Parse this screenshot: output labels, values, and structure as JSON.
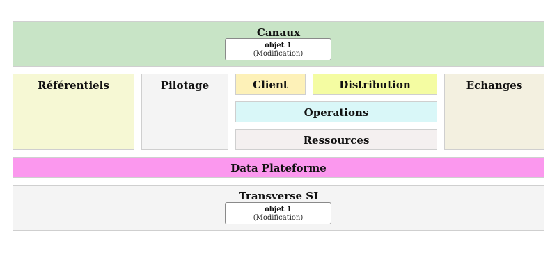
{
  "blocks": {
    "canaux": {
      "title": "Canaux",
      "color": "#c8e4c6",
      "object": {
        "name": "objet 1",
        "state": "(Modification)"
      }
    },
    "referentiels": {
      "title": "Référentiels",
      "color": "#f6f8d4"
    },
    "pilotage": {
      "title": "Pilotage",
      "color": "#f4f4f4"
    },
    "client": {
      "title": "Client",
      "color": "#fdf1b8"
    },
    "distribution": {
      "title": "Distribution",
      "color": "#f4fca2"
    },
    "echanges": {
      "title": "Echanges",
      "color": "#f3f0e0"
    },
    "operations": {
      "title": "Operations",
      "color": "#d9f7f8"
    },
    "ressources": {
      "title": "Ressources",
      "color": "#f4f0f0"
    },
    "data_plateforme": {
      "title": "Data Plateforme",
      "color": "#fb98ee"
    },
    "transverse_si": {
      "title": "Transverse SI",
      "color": "#f4f4f4",
      "object": {
        "name": "objet 1",
        "state": "(Modification)"
      }
    }
  }
}
